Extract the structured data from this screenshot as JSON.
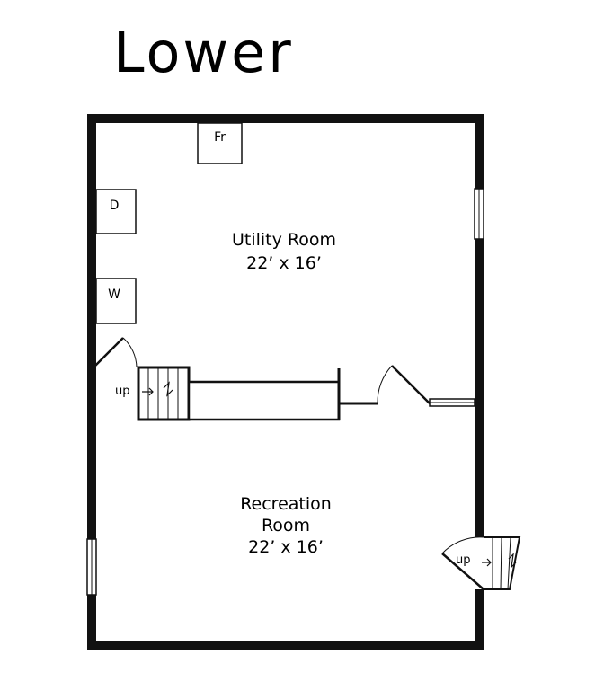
{
  "floor": {
    "title": "Lower"
  },
  "rooms": [
    {
      "name": "Utility Room",
      "size": "22’ x 16’"
    },
    {
      "name": "Recreation",
      "name2": "Room",
      "size": "22’ x 16’"
    }
  ],
  "fixtures": {
    "freezer": "Fr",
    "dryer": "D",
    "washer": "W"
  },
  "stairs": {
    "interior_label": "up",
    "exterior_label": "up"
  },
  "colors": {
    "wall": "#111111",
    "background": "#ffffff"
  }
}
